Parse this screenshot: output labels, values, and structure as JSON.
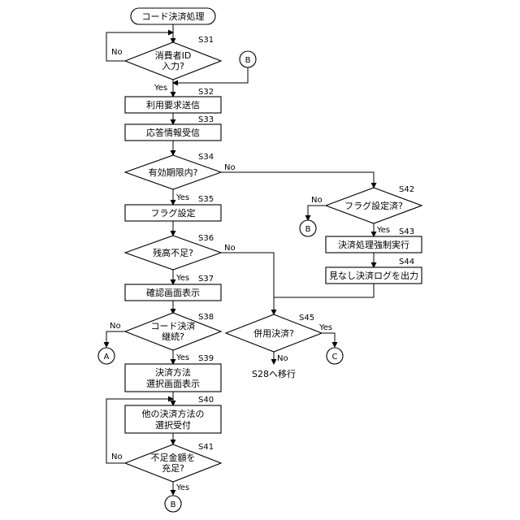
{
  "diagram": {
    "start": "コード決済処理",
    "steps": {
      "s31": {
        "id": "S31",
        "line1": "消費者ID",
        "line2": "入力?",
        "no": "No",
        "yes": "Yes"
      },
      "s32": {
        "id": "S32",
        "text": "利用要求送信"
      },
      "s33": {
        "id": "S33",
        "text": "応答情報受信"
      },
      "s34": {
        "id": "S34",
        "text": "有効期限内?",
        "yes": "Yes",
        "no": "No"
      },
      "s35": {
        "id": "S35",
        "text": "フラグ設定"
      },
      "s36": {
        "id": "S36",
        "text": "残高不足?",
        "yes": "Yes",
        "no": "No"
      },
      "s37": {
        "id": "S37",
        "text": "確認画面表示"
      },
      "s38": {
        "id": "S38",
        "line1": "コード決済",
        "line2": "継続?",
        "yes": "Yes",
        "no": "No"
      },
      "s39": {
        "id": "S39",
        "line1": "決済方法",
        "line2": "選択画面表示"
      },
      "s40": {
        "id": "S40",
        "line1": "他の決済方法の",
        "line2": "選択受付"
      },
      "s41": {
        "id": "S41",
        "line1": "不足金額を",
        "line2": "充足?",
        "yes": "Yes",
        "no": "No"
      },
      "s42": {
        "id": "S42",
        "text": "フラグ設定済?",
        "yes": "Yes",
        "no": "No"
      },
      "s43": {
        "id": "S43",
        "text": "決済処理強制実行"
      },
      "s44": {
        "id": "S44",
        "text": "見なし決済ログを出力"
      },
      "s45": {
        "id": "S45",
        "text": "併用決済?",
        "yes": "Yes",
        "no": "No"
      }
    },
    "connectors": {
      "a": "A",
      "b": "B",
      "c": "C"
    },
    "goto_s28": "S28へ移行"
  }
}
